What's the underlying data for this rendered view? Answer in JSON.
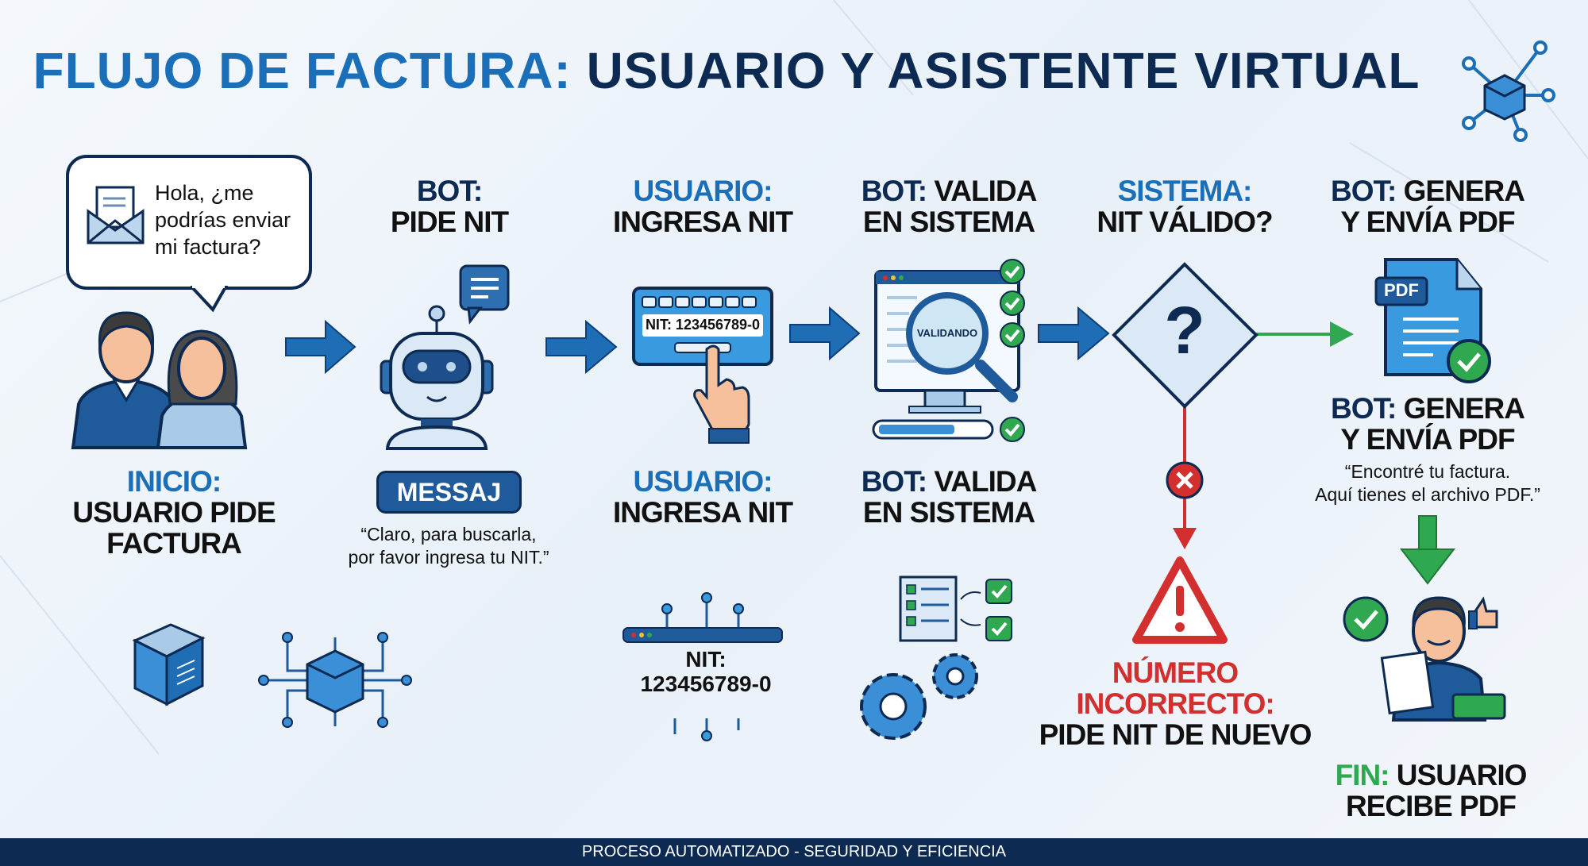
{
  "title": {
    "accent": "FLUJO DE FACTURA:",
    "main": "USUARIO Y ASISTENTE VIRTUAL"
  },
  "bubble": {
    "text": "Hola, ¿me podrías enviar mi factura?"
  },
  "steps": [
    {
      "label": "INICIO:",
      "text1": "USUARIO PIDE",
      "text2": "FACTURA"
    },
    {
      "label": "BOT:",
      "text": "PIDE NIT",
      "button": "MESSAJ",
      "quote1": "“Claro, para buscarla,",
      "quote2": "por favor ingresa tu NIT.”"
    },
    {
      "label": "USUARIO:",
      "text": "INGRESA NIT",
      "field": "NIT: 123456789-0"
    },
    {
      "label": "BOT:",
      "text1": "VALIDA",
      "text2": "EN SISTEMA",
      "magnifier": "VALIDANDO"
    },
    {
      "label": "SISTEMA:",
      "text": "NIT VÁLIDO?",
      "symbol": "?"
    },
    {
      "label": "BOT:",
      "text1": "GENERA",
      "text2": "Y ENVÍA PDF",
      "pdf": "PDF",
      "quote1": "“Encontré tu factura.",
      "quote2": "Aquí tienes el archivo PDF.”"
    }
  ],
  "error": {
    "line1": "NÚMERO",
    "line2": "INCORRECTO:",
    "line3": "PIDE NIT DE NUEVO"
  },
  "nit_display": {
    "line1": "NIT:",
    "line2": "123456789-0"
  },
  "end": {
    "label": "FIN:",
    "text1": "USUARIO",
    "text2": "RECIBE PDF"
  },
  "footer": "PROCESO AUTOMATIZADO - SEGURIDAD Y EFICIENCIA",
  "colors": {
    "navy": "#0d2a52",
    "blue": "#1b6fb8",
    "green": "#2fa84f",
    "red": "#d32f2f"
  }
}
